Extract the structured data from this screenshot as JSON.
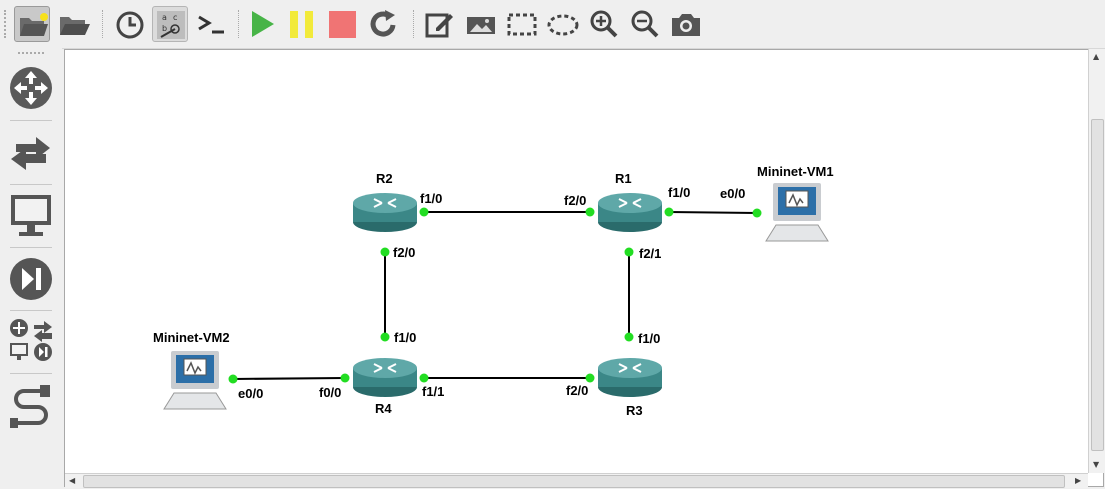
{
  "toolbar": {
    "buttons": [
      {
        "name": "new-project",
        "icon": "folder-new-icon"
      },
      {
        "name": "open-project",
        "icon": "folder-open-icon"
      },
      {
        "name": "snapshot",
        "icon": "clock-icon"
      },
      {
        "name": "show-interface-labels",
        "icon": "interface-labels-icon"
      },
      {
        "name": "console-all",
        "icon": "terminal-icon"
      },
      {
        "name": "start-all",
        "icon": "play-icon"
      },
      {
        "name": "suspend-all",
        "icon": "pause-icon"
      },
      {
        "name": "stop-all",
        "icon": "stop-icon"
      },
      {
        "name": "reload-all",
        "icon": "reload-icon"
      },
      {
        "name": "add-note",
        "icon": "edit-note-icon"
      },
      {
        "name": "insert-picture",
        "icon": "picture-icon"
      },
      {
        "name": "draw-rectangle",
        "icon": "rectangle-icon"
      },
      {
        "name": "draw-ellipse",
        "icon": "ellipse-icon"
      },
      {
        "name": "zoom-in",
        "icon": "zoom-in-icon"
      },
      {
        "name": "zoom-out",
        "icon": "zoom-out-icon"
      },
      {
        "name": "screenshot",
        "icon": "camera-icon"
      }
    ]
  },
  "dock": {
    "items": [
      {
        "name": "browse-routers",
        "icon": "router-icon"
      },
      {
        "name": "browse-switches",
        "icon": "switch-arrows-icon"
      },
      {
        "name": "browse-end-devices",
        "icon": "monitor-icon"
      },
      {
        "name": "browse-security-devices",
        "icon": "play-pause-icon"
      },
      {
        "name": "browse-all-devices",
        "icon": "all-devices-icon"
      },
      {
        "name": "add-link",
        "icon": "cable-icon"
      }
    ]
  },
  "topology": {
    "nodes": {
      "r1": {
        "label": "R1",
        "type": "router"
      },
      "r2": {
        "label": "R2",
        "type": "router"
      },
      "r3": {
        "label": "R3",
        "type": "router"
      },
      "r4": {
        "label": "R4",
        "type": "router"
      },
      "vm1": {
        "label": "Mininet-VM1",
        "type": "host"
      },
      "vm2": {
        "label": "Mininet-VM2",
        "type": "host"
      }
    },
    "ports": {
      "r2_f1_0": "f1/0",
      "r1_f2_0": "f2/0",
      "r1_f1_0": "f1/0",
      "vm1_e0_0": "e0/0",
      "r2_f2_0": "f2/0",
      "r1_f2_1": "f2/1",
      "r4_f1_0": "f1/0",
      "r3_f1_0": "f1/0",
      "vm2_e0_0": "e0/0",
      "r4_f0_0": "f0/0",
      "r4_f1_1": "f1/1",
      "r3_f2_0": "f2/0"
    },
    "link_status_color": "#22dd22"
  }
}
